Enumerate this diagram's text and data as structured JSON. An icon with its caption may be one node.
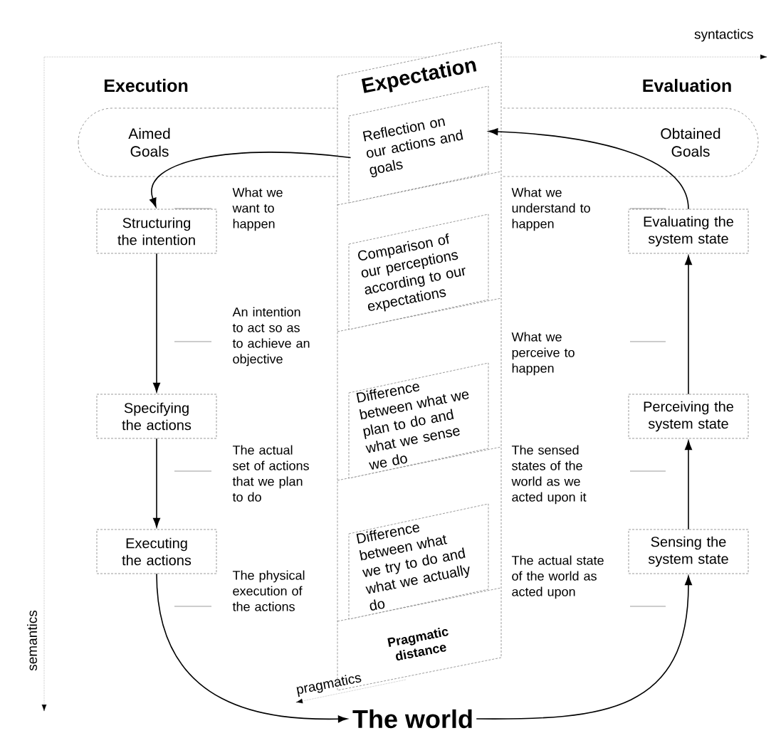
{
  "diagram": {
    "nodes": [
      {
        "text": [
          "Expectation",
          "Pragmatic distance"
        ]
      },
      {
        "text": [
          "Reflection on our actions and goals"
        ],
        "in": 0
      },
      {
        "text": [
          "Comparison of our perceptions according to our expectations"
        ],
        "in": 0
      },
      {
        "text": [
          "Difference between what we plan to do and what we sense we do"
        ],
        "in": 0
      },
      {
        "text": [
          "Difference between what we try to do and what we actually do"
        ],
        "in": 0
      },
      {
        "text": [
          "Structuring the intention"
        ]
      },
      {
        "text": [
          "Specifying the actions"
        ]
      },
      {
        "text": [
          "Executing the actions"
        ]
      },
      {
        "text": [
          "The world"
        ]
      },
      {
        "text": [
          "Sensing the system state"
        ]
      },
      {
        "text": [
          "Perceiving the system state"
        ]
      },
      {
        "text": [
          "Evaluating the system state"
        ]
      }
    ],
    "edges": [
      {
        "from": 1,
        "to": 5,
        "arrow": "to"
      },
      {
        "from": 5,
        "to": 6,
        "arrow": "to"
      },
      {
        "from": 6,
        "to": 7,
        "arrow": "to"
      },
      {
        "from": 7,
        "to": 8,
        "arrow": "to"
      },
      {
        "from": 8,
        "to": 9,
        "arrow": "to"
      },
      {
        "from": 9,
        "to": 10,
        "arrow": "to"
      },
      {
        "from": 10,
        "to": 11,
        "arrow": "to"
      },
      {
        "from": 11,
        "to": 1,
        "arrow": "to"
      }
    ],
    "labels": [
      "syntactics",
      "Execution",
      "Evaluation",
      "Aimed Goals",
      "Obtained Goals",
      "What we want to happen",
      "What we understand to happen",
      "An intention to act so as to achieve an objective",
      "What we perceive to happen",
      "The actual set of actions that we plan to do",
      "The sensed states of the world as we acted upon it",
      "The physical execution of the actions",
      "The actual state of the world as acted upon",
      "semantics",
      "pragmatics"
    ]
  }
}
